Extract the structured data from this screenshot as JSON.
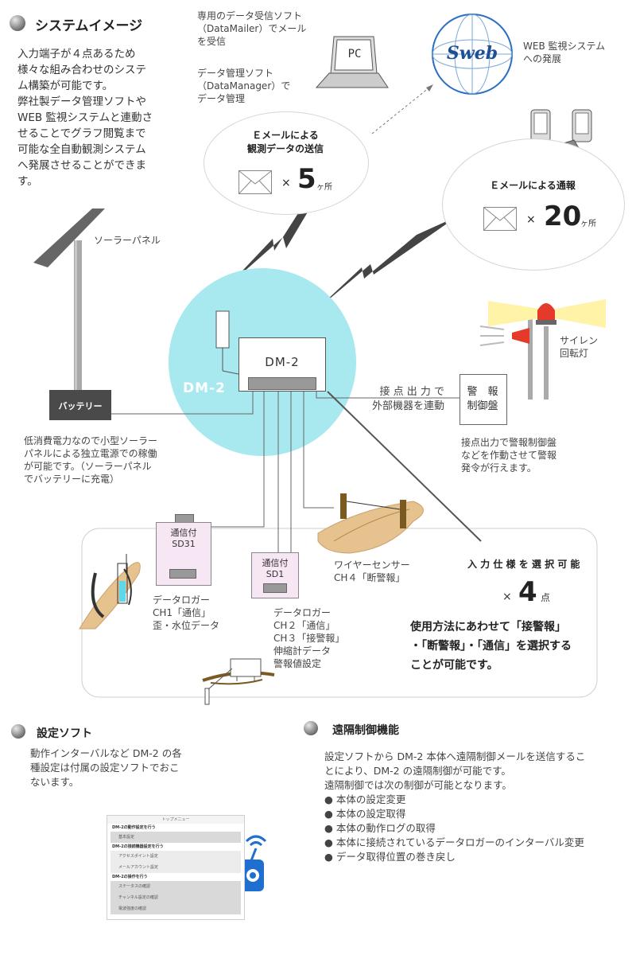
{
  "section_system": {
    "title": "システムイメージ",
    "desc": "入力端子が４点あるため\n様々な組み合わせのシステ\nム構築が可能です。\n弊社製データ管理ソフトや\nWEB 監視システムと連動さ\nせることでグラフ閲覧まで\n可能な全自動観測システム\nへ発展させることができま\nす。"
  },
  "pc": {
    "screen_text": "PC",
    "note1": "専用のデータ受信ソフト\n（DataMailer）でメール\nを受信",
    "note2": "データ管理ソフト\n（DataManager）で\nデータ管理"
  },
  "web": {
    "logo": "Sweb",
    "note": "WEB 監視システム\nへの発展"
  },
  "email_data": {
    "title": "Ｅメールによる\n観測データの送信",
    "times": "×",
    "count": "5",
    "unit": "ヶ所"
  },
  "email_alert": {
    "title": "Ｅメールによる通報",
    "times": "×",
    "count": "20",
    "unit": "ヶ所"
  },
  "solar": {
    "label": "ソーラーパネル"
  },
  "battery": {
    "label": "バッテリー",
    "note": "低消費電力なので小型ソーラー\nパネルによる独立電源での稼働\nが可能です。（ソーラーパネル\nでバッテリーに充電）"
  },
  "dm2": {
    "box_label": "DM-2",
    "circle_label": "DM-2"
  },
  "siren": {
    "label": "サイレン\n回転灯"
  },
  "contact": {
    "label": "接 点 出 力 で\n外部機器を連動",
    "panel": "警　報\n制御盤",
    "note": "接点出力で警報制御盤\nなどを作動させて警報\n発令が行えます。"
  },
  "inputs": {
    "sd31_tag": "通信付\nSD31",
    "sd31_desc": "データロガー\nCH1「通信」\n歪・水位データ",
    "sd1_tag": "通信付\nSD1",
    "sd1_desc": "データロガー\nCH２「通信」\nCH３「接警報」\n伸縮計データ\n警報値設定",
    "wire_desc": "ワイヤーセンサー\nCH４「断警報」",
    "spec_title": "入 力 仕 様 を 選 択 可 能",
    "spec_times": "×",
    "spec_count": "4",
    "spec_unit": "点",
    "spec_desc": "使用方法にあわせて「接警報」\n・「断警報」・「通信」を選択する\nことが可能です。"
  },
  "section_setting": {
    "title": "設定ソフト",
    "desc": "動作インターバルなど DM-2 の各\n種設定は付属の設定ソフトでおこ\nないます。",
    "ui_title": "トップメニュー",
    "ui_sections": [
      {
        "header": "DM-2の動作設定を行う",
        "rows": [
          "基本設定"
        ]
      },
      {
        "header": "DM-2の接続機器設定を行う",
        "rows": [
          "アクセスポイント設定",
          "メールアカウント設定"
        ]
      },
      {
        "header": "DM-2の操作を行う",
        "rows": [
          "ステータスの確認",
          "チャンネル設定の確認",
          "電波強度の確認"
        ]
      }
    ]
  },
  "section_remote": {
    "title": "遠隔制御機能",
    "desc": "設定ソフトから DM-2 本体へ遠隔制御メールを送信するこ\nとにより、DM-2 の遠隔制御が可能です。\n遠隔制御では次の制御が可能となります。",
    "items": [
      "● 本体の設定変更",
      "● 本体の設定取得",
      "● 本体の動作ログの取得",
      "● 本体に接続されているデータロガーのインターバル変更",
      "● データ取得位置の巻き戻し"
    ]
  },
  "colors": {
    "dm2_circle": "#a8e8ef",
    "logger_fill": "#f7e6f4",
    "siren_red": "#e53a2a",
    "beam_yellow": "#fff3a8",
    "robot_blue": "#1f6fd1"
  }
}
